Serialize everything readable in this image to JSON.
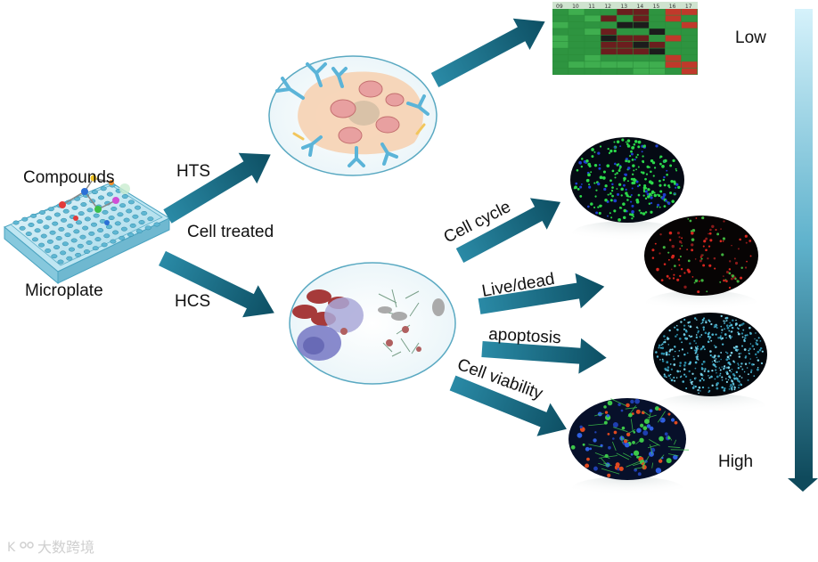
{
  "labels": {
    "compounds": "Compounds",
    "microplate": "Microplate",
    "hts": "HTS",
    "cell_treated": "Cell treated",
    "hcs": "HCS",
    "cell_cycle": "Cell cycle",
    "live_dead": "Live/dead",
    "apoptosis": "apoptosis",
    "cell_viability": "Cell viability",
    "low": "Low",
    "high": "High"
  },
  "watermark": "大数跨境",
  "heatmap_header": [
    "09",
    "10",
    "11",
    "12",
    "13",
    "14",
    "15",
    "16",
    "17"
  ],
  "colors": {
    "arrow_dark": "#0d4f63",
    "arrow_light": "#2a8aa6",
    "scale_top": "#cdeef8",
    "scale_bottom": "#0f4a5c",
    "cell_body": "#f6d1b3",
    "antibody": "#5bb4d8"
  }
}
